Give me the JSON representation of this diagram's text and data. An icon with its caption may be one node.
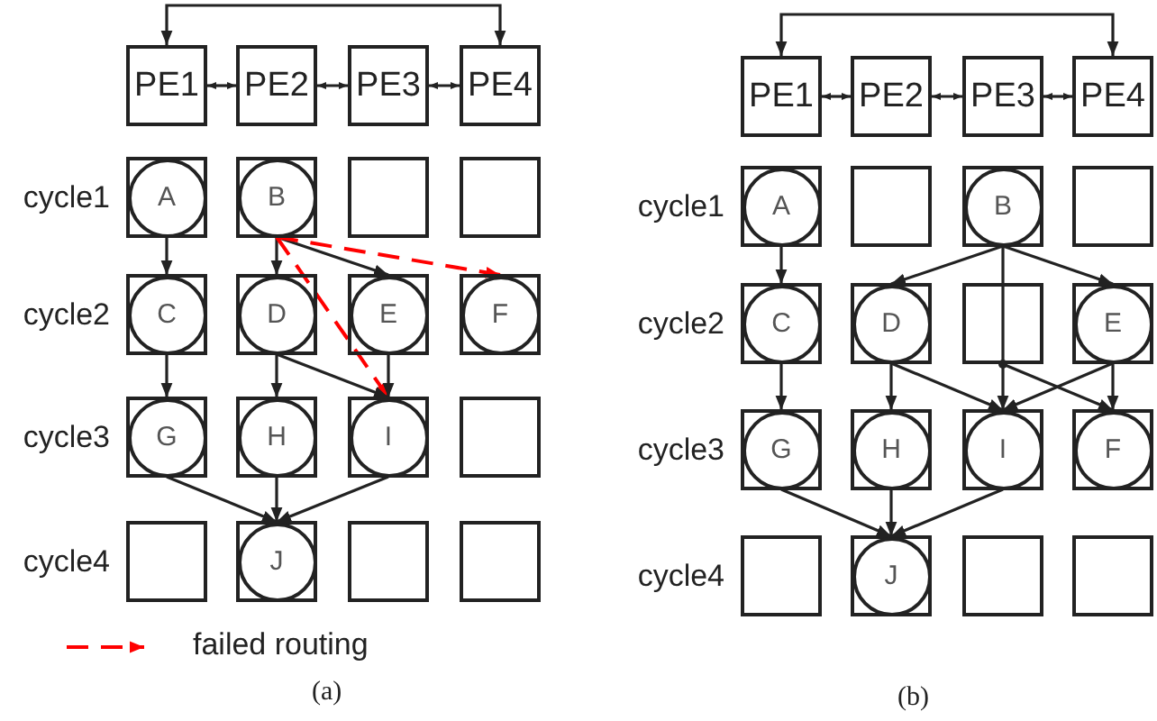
{
  "diagram": {
    "nodes": [
      {
        "text": [
          "PE1"
        ]
      },
      {
        "text": [
          "PE2"
        ]
      },
      {
        "text": [
          "PE3"
        ]
      },
      {
        "text": [
          "PE4"
        ]
      },
      {
        "text": [],
        "shape": "box"
      },
      {
        "text": [
          "A"
        ],
        "in": 4
      },
      {
        "text": [],
        "shape": "box"
      },
      {
        "text": [
          "B"
        ],
        "in": 6
      },
      {
        "text": [],
        "shape": "box"
      },
      {
        "text": [],
        "shape": "box"
      },
      {
        "text": [],
        "shape": "box"
      },
      {
        "text": [
          "C"
        ],
        "in": 10
      },
      {
        "text": [],
        "shape": "box"
      },
      {
        "text": [
          "D"
        ],
        "in": 12
      },
      {
        "text": [],
        "shape": "box"
      },
      {
        "text": [
          "E"
        ],
        "in": 14
      },
      {
        "text": [],
        "shape": "box"
      },
      {
        "text": [
          "F"
        ],
        "in": 16
      },
      {
        "text": [],
        "shape": "box"
      },
      {
        "text": [
          "G"
        ],
        "in": 18
      },
      {
        "text": [],
        "shape": "box"
      },
      {
        "text": [
          "H"
        ],
        "in": 20
      },
      {
        "text": [],
        "shape": "box"
      },
      {
        "text": [
          "I"
        ],
        "in": 22
      },
      {
        "text": [],
        "shape": "box"
      },
      {
        "text": [],
        "shape": "box"
      },
      {
        "text": [],
        "shape": "box"
      },
      {
        "text": [
          "J"
        ],
        "in": 26
      },
      {
        "text": [],
        "shape": "box"
      },
      {
        "text": [],
        "shape": "box"
      },
      {
        "text": [
          "PE1"
        ]
      },
      {
        "text": [
          "PE2"
        ]
      },
      {
        "text": [
          "PE3"
        ]
      },
      {
        "text": [
          "PE4"
        ]
      },
      {
        "text": [],
        "shape": "box"
      },
      {
        "text": [
          "A"
        ],
        "in": 34
      },
      {
        "text": [],
        "shape": "box"
      },
      {
        "text": [],
        "shape": "box"
      },
      {
        "text": [
          "B"
        ],
        "in": 37
      },
      {
        "text": [],
        "shape": "box"
      },
      {
        "text": [],
        "shape": "box"
      },
      {
        "text": [
          "C"
        ],
        "in": 40
      },
      {
        "text": [],
        "shape": "box"
      },
      {
        "text": [
          "D"
        ],
        "in": 42
      },
      {
        "text": [],
        "shape": "box"
      },
      {
        "text": [],
        "shape": "box"
      },
      {
        "text": [
          "E"
        ],
        "in": 45
      },
      {
        "text": [],
        "shape": "box"
      },
      {
        "text": [
          "G"
        ],
        "in": 47
      },
      {
        "text": [],
        "shape": "box"
      },
      {
        "text": [
          "H"
        ],
        "in": 49
      },
      {
        "text": [],
        "shape": "box"
      },
      {
        "text": [
          "I"
        ],
        "in": 51
      },
      {
        "text": [],
        "shape": "box"
      },
      {
        "text": [
          "F"
        ],
        "in": 53
      },
      {
        "text": [],
        "shape": "box"
      },
      {
        "text": [],
        "shape": "box"
      },
      {
        "text": [
          "J"
        ],
        "in": 56
      },
      {
        "text": [],
        "shape": "box"
      },
      {
        "text": [],
        "shape": "box"
      }
    ],
    "edges": [
      {
        "from": 0,
        "to": 3,
        "arrow": "both"
      },
      {
        "from": 0,
        "to": 1,
        "arrow": "both"
      },
      {
        "from": 1,
        "to": 2,
        "arrow": "both"
      },
      {
        "from": 2,
        "to": 3,
        "arrow": "both"
      },
      {
        "from": 5,
        "to": 11,
        "arrow": "to"
      },
      {
        "from": 7,
        "to": 13,
        "arrow": "to"
      },
      {
        "from": 7,
        "to": 15,
        "arrow": "to"
      },
      {
        "from": 7,
        "to": 17,
        "arrow": "to",
        "style": "dashed",
        "color": "#ff0000"
      },
      {
        "from": 7,
        "to": 23,
        "arrow": "to",
        "style": "dashed",
        "color": "#ff0000"
      },
      {
        "from": 11,
        "to": 19,
        "arrow": "to"
      },
      {
        "from": 13,
        "to": 21,
        "arrow": "to"
      },
      {
        "from": 13,
        "to": 23,
        "arrow": "to"
      },
      {
        "from": 15,
        "to": 23,
        "arrow": "to"
      },
      {
        "from": 19,
        "to": 27,
        "arrow": "to"
      },
      {
        "from": 21,
        "to": 27,
        "arrow": "to"
      },
      {
        "from": 23,
        "to": 27,
        "arrow": "to"
      },
      {
        "from": 30,
        "to": 33,
        "arrow": "both"
      },
      {
        "from": 30,
        "to": 31,
        "arrow": "both"
      },
      {
        "from": 31,
        "to": 32,
        "arrow": "both"
      },
      {
        "from": 32,
        "to": 33,
        "arrow": "both"
      },
      {
        "from": 35,
        "to": 41,
        "arrow": "to"
      },
      {
        "from": 38,
        "to": 43,
        "arrow": "to"
      },
      {
        "from": 38,
        "to": 46,
        "arrow": "to"
      },
      {
        "from": 38,
        "to": 44,
        "arrow": "none"
      },
      {
        "from": 44,
        "to": 52,
        "arrow": "to"
      },
      {
        "from": 44,
        "to": 54,
        "arrow": "to"
      },
      {
        "from": 41,
        "to": 48,
        "arrow": "to"
      },
      {
        "from": 43,
        "to": 50,
        "arrow": "to"
      },
      {
        "from": 43,
        "to": 52,
        "arrow": "to"
      },
      {
        "from": 46,
        "to": 52,
        "arrow": "to"
      },
      {
        "from": 46,
        "to": 54,
        "arrow": "to"
      },
      {
        "from": 48,
        "to": 57,
        "arrow": "to"
      },
      {
        "from": 50,
        "to": 57,
        "arrow": "to"
      },
      {
        "from": 52,
        "to": 57,
        "arrow": "to"
      }
    ],
    "labels": [
      "cycle1",
      "cycle2",
      "cycle3",
      "cycle4",
      "(a)",
      "cycle1",
      "cycle2",
      "cycle3",
      "cycle4",
      "(b)"
    ],
    "legend": [
      {
        "text": "failed routing"
      }
    ]
  }
}
